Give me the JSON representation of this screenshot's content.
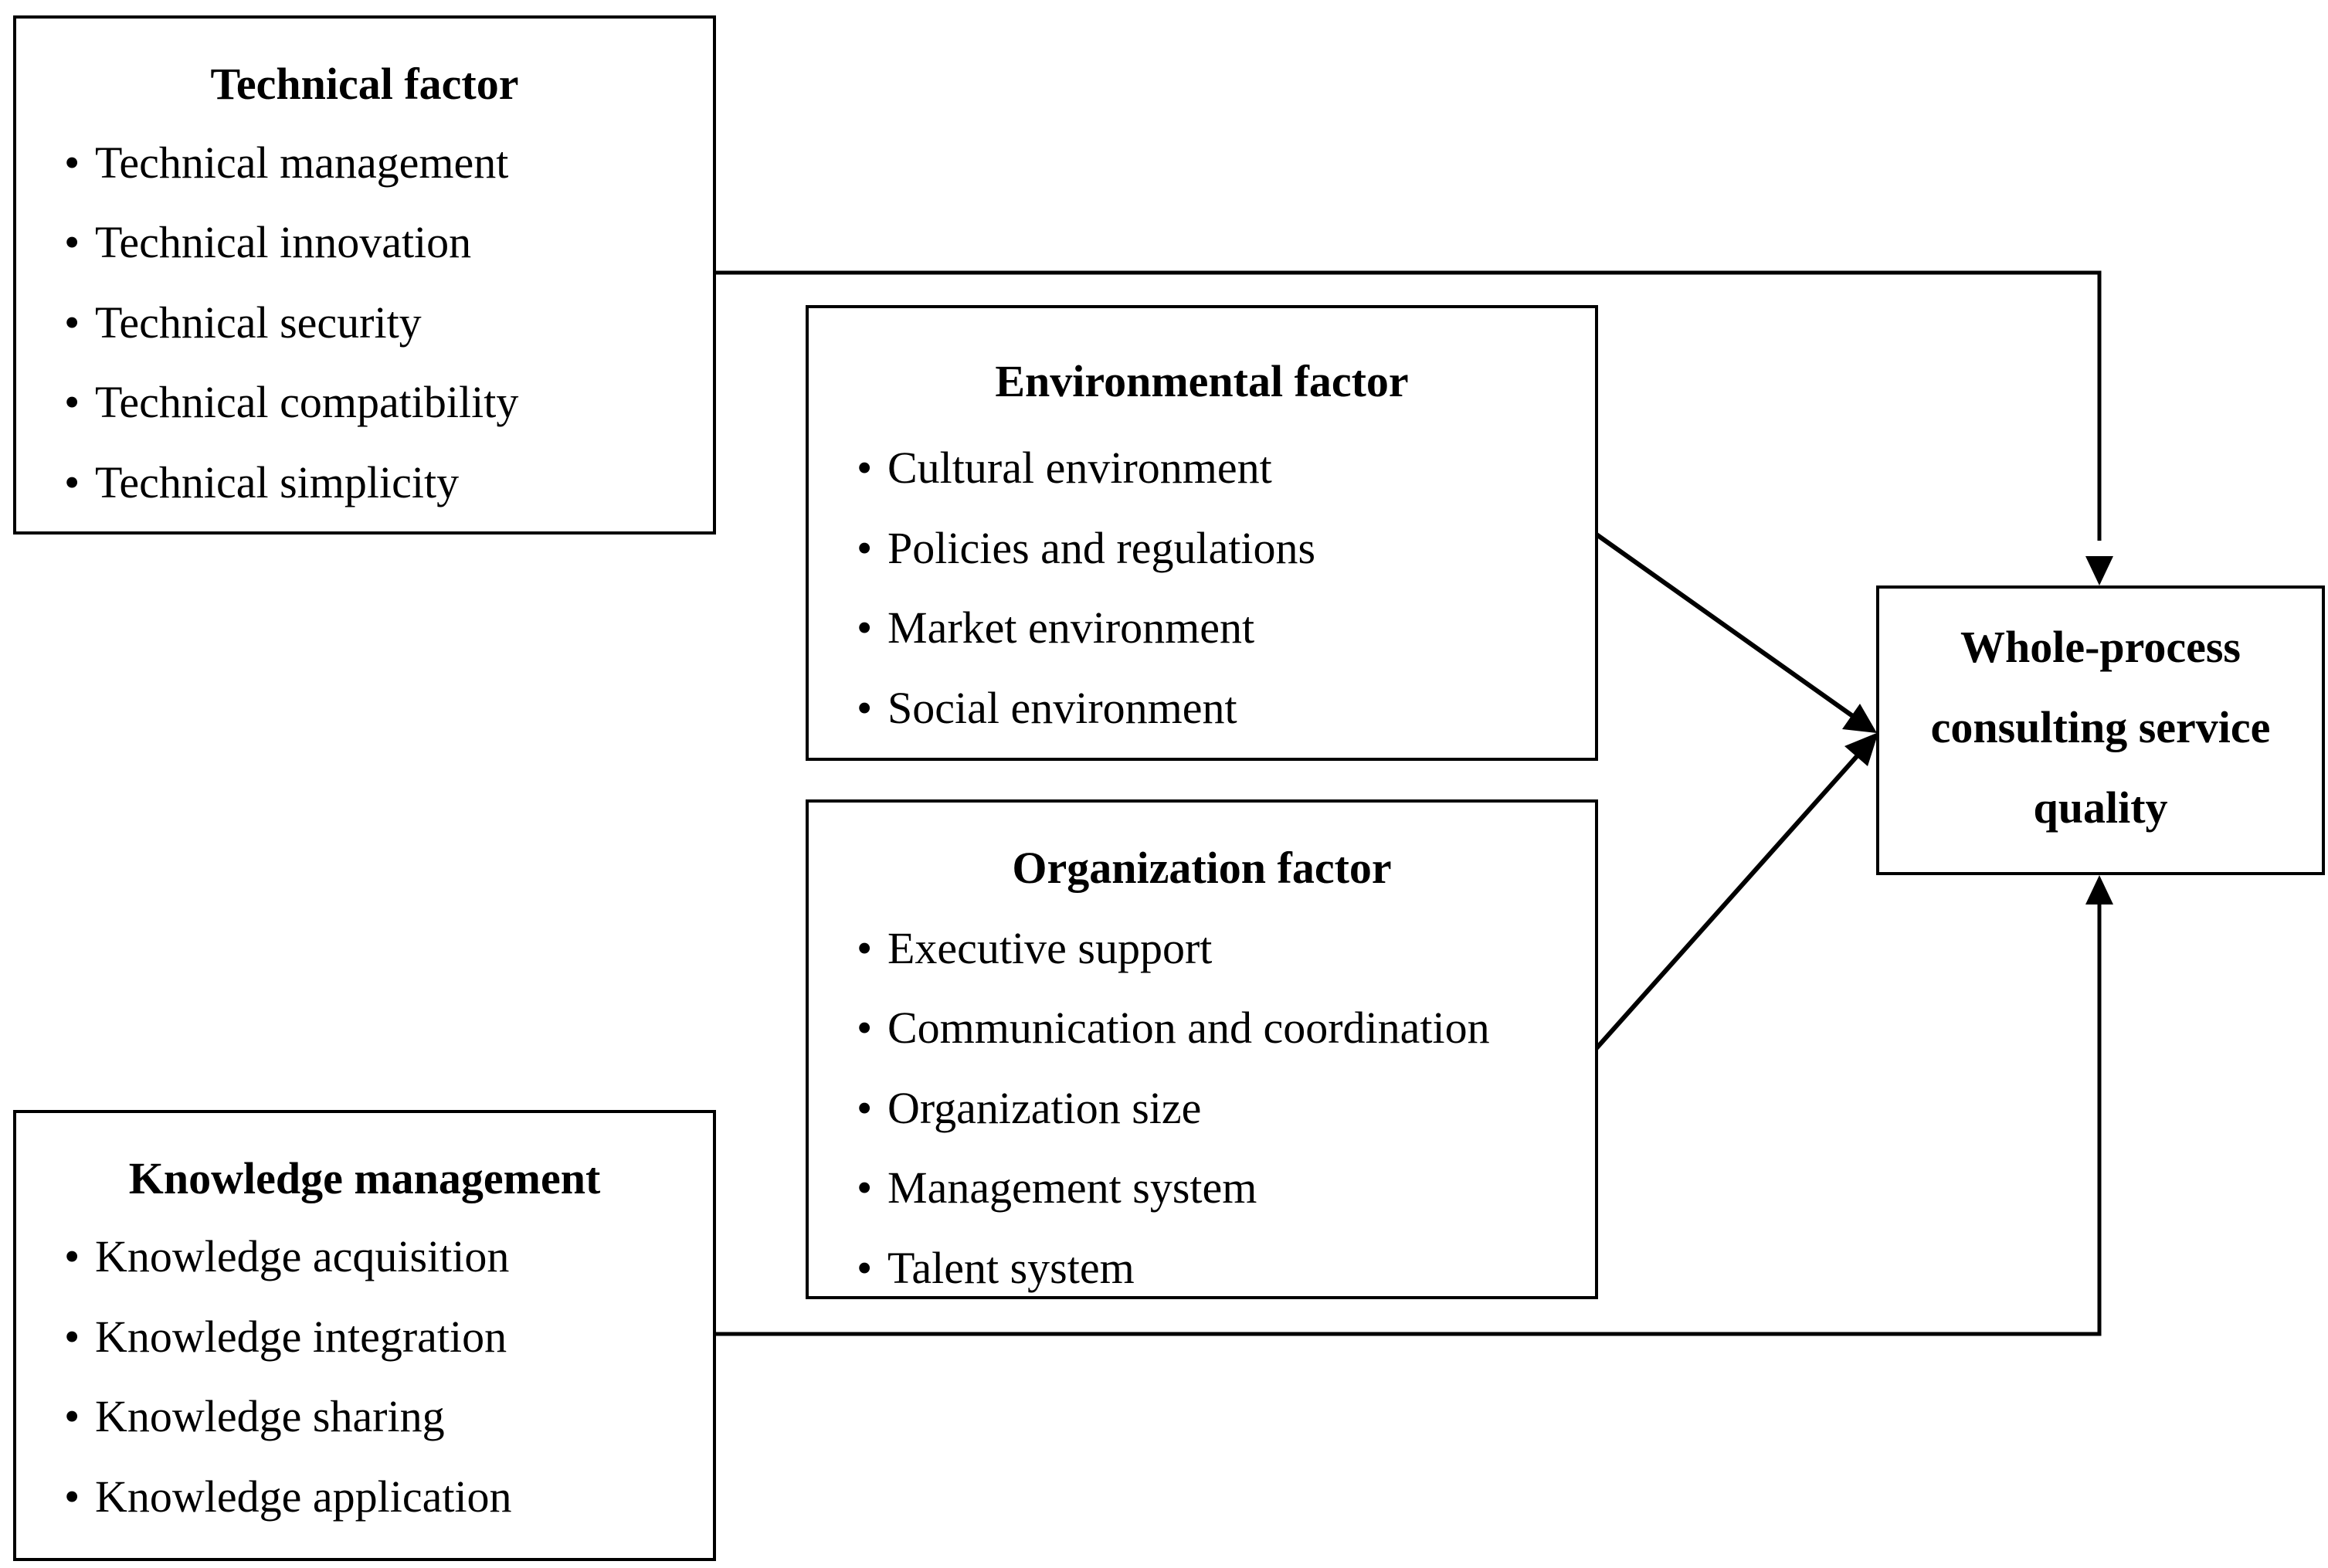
{
  "technical": {
    "title": "Technical factor",
    "items": [
      "Technical management",
      "Technical innovation",
      "Technical security",
      "Technical compatibility",
      "Technical simplicity"
    ]
  },
  "environmental": {
    "title": "Environmental factor",
    "items": [
      "Cultural environment",
      "Policies and regulations",
      "Market environment",
      "Social environment"
    ]
  },
  "organization": {
    "title": "Organization factor",
    "items": [
      "Executive support",
      "Communication and coordination",
      "Organization size",
      "Management system",
      "Talent system"
    ]
  },
  "knowledge": {
    "title": "Knowledge management",
    "items": [
      "Knowledge acquisition",
      "Knowledge integration",
      "Knowledge sharing",
      "Knowledge application"
    ]
  },
  "result": {
    "lines": [
      "Whole-process",
      "consulting service",
      "quality"
    ]
  },
  "bullet": "•"
}
